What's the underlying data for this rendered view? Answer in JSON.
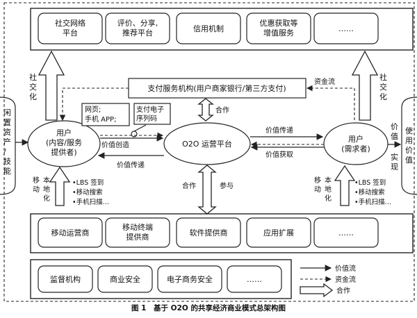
{
  "top_platforms": [
    "社交网络\n平台",
    "评价、分享,\n推荐平台",
    "信用机制",
    "优惠获取等\n增值服务",
    "……"
  ],
  "payment": "支付服务机构(用户商家银行/第三方支付)",
  "capital_flow_top": "资金流",
  "social_left": "社\n交\n化",
  "social_right": "社\n交\n化",
  "idle_assets": "闲置资产/技能",
  "use_value": "使用价值",
  "value_realize": "价\n值\n实\n现",
  "provider_user": "用户\n(内容/服务\n提供者)",
  "demand_user": "用户\n(需求者)",
  "o2o": "O2O 运营平台",
  "web_app": "网页;\n手机 APP;",
  "pay_serial": "支付电子\n序列码",
  "value_create": "价值创造",
  "value_pass_bottom": "价值传递",
  "value_pass_right": "价值传递",
  "value_gain": "价值获取",
  "coop_top": "合作",
  "coop_bottom": "合作",
  "participate": "参与",
  "mobile_local_left": "本\n移 地\n动 化",
  "mobile_local_right": "本\n移 地\n动 化",
  "lbs_list": [
    "•LBS 签到",
    "•移动搜索",
    "•手机扫描…"
  ],
  "partners": [
    "移动运营商",
    "移动终端\n提供商",
    "软件提供商",
    "应用扩展",
    "……"
  ],
  "regulators": [
    "监督机构",
    "商业安全",
    "电子商务安全",
    "……"
  ],
  "legend": [
    "价值流",
    "资金流",
    "合作"
  ],
  "caption": "图 1　基于 O2O 的共享经济商业模式总架构图"
}
